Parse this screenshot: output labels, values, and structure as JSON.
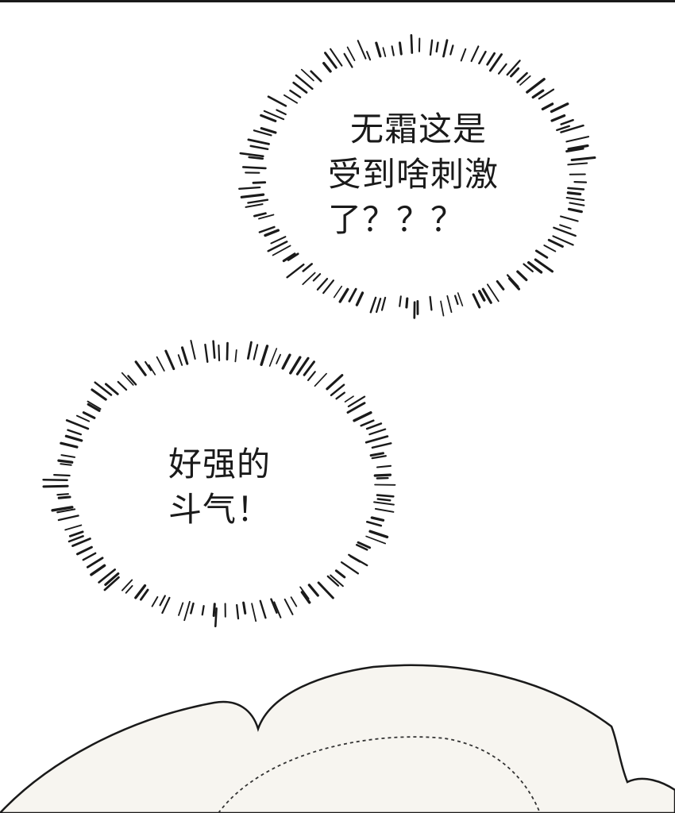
{
  "panel": {
    "background": "#ffffff",
    "ink_color": "#1a1a1a",
    "cloud_fill": "#f7f5f0"
  },
  "bubble_top": {
    "lines": [
      "无霜这是",
      "受到啥刺激",
      "了？？？"
    ]
  },
  "bubble_bottom": {
    "lines": [
      "好强的",
      "斗气！"
    ]
  }
}
